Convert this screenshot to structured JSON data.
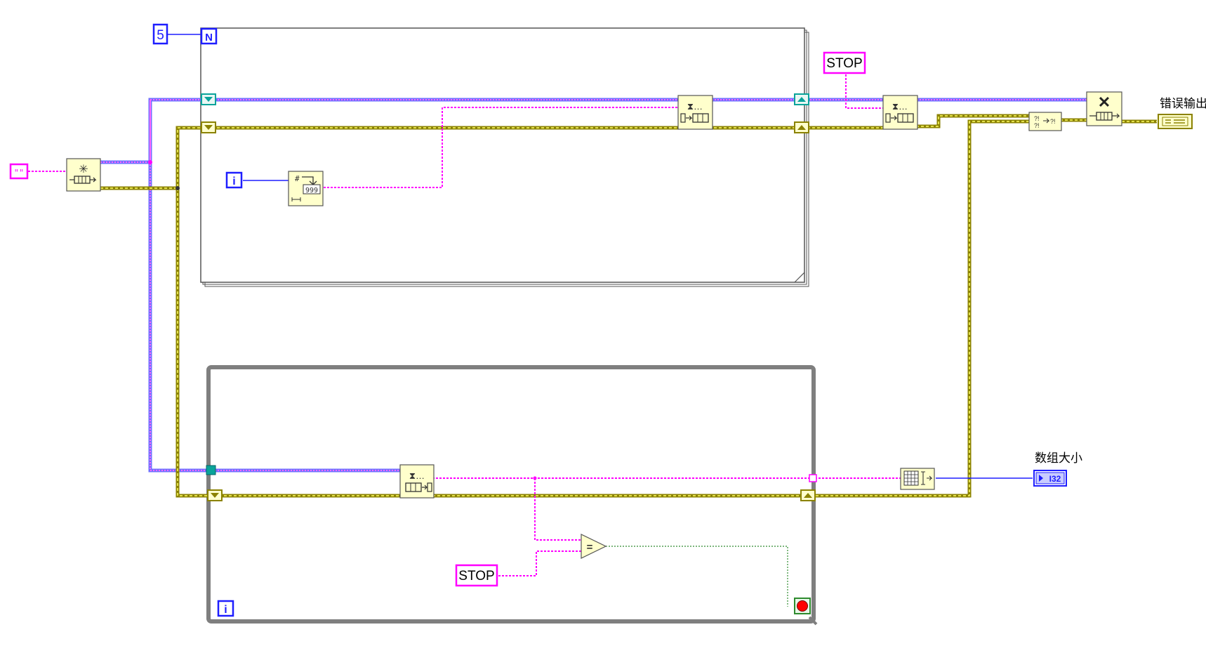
{
  "for_loop": {
    "count_constant": "5",
    "count_terminal": "N",
    "iteration_terminal": "i"
  },
  "while_loop": {
    "iteration_terminal": "i"
  },
  "constants": {
    "stop_top": "STOP",
    "stop_bottom": "STOP",
    "queue_name_glyph": "\"\""
  },
  "indicators": {
    "error_out_label": "错误输出",
    "array_size_label": "数组大小",
    "array_size_type": "I32"
  },
  "function_glyphs": {
    "number_to_decimal": "999",
    "enqueue": "⧗…",
    "dequeue": "⧗…",
    "equal": "="
  },
  "colors": {
    "string_wire": "#ff00ff",
    "refnum_wire": "#0aa39a",
    "error_wire": "#8b8200",
    "numeric_wire": "#1e1eff",
    "boolean_wire": "#2e8b2e",
    "node_fill": "#ffffcc",
    "loop_gray": "#7f7f7f"
  }
}
